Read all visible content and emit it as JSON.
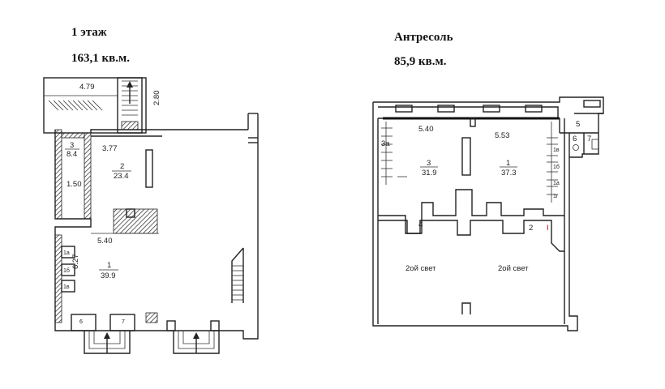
{
  "ground": {
    "title": "1 этаж",
    "area": "163,1 кв.м.",
    "dims": {
      "d479": "4.79",
      "d280": "2.80",
      "d377": "3.77",
      "d150": "1.50",
      "d540": "5.40",
      "d627": "6.27"
    },
    "rooms": {
      "r1_num": "1",
      "r1_area": "39.9",
      "r2_num": "2",
      "r2_area": "23.4",
      "r3_num": "3",
      "r3_area": "8.4",
      "r6": "6",
      "r7": "7",
      "r1a": "1а",
      "r1b": "1б",
      "r1v": "1в"
    }
  },
  "mezzanine": {
    "title": "Антресоль",
    "area": "85,9 кв.м.",
    "dims": {
      "d540": "5.40",
      "d553": "5.53"
    },
    "rooms": {
      "r3_num": "3",
      "r3_area": "31.9",
      "r1_num": "1",
      "r1_area": "37.3",
      "r3a": "3а",
      "r4": "4",
      "r2": "2",
      "rI": "I",
      "r5": "5",
      "r6": "6",
      "r7": "7",
      "r1v": "1в",
      "r1b": "1б",
      "r1a": "1а",
      "r1g": "1г",
      "light_left": "2ой свет",
      "light_right": "2ой свет"
    }
  }
}
